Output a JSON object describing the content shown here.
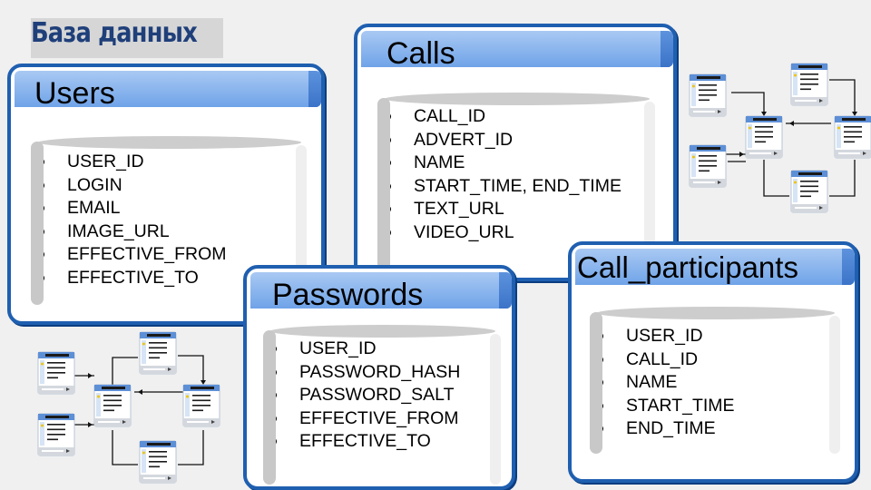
{
  "page_title": "База данных",
  "tables": {
    "users": {
      "title": "Users",
      "fields": [
        "USER_ID",
        "LOGIN",
        "EMAIL",
        "IMAGE_URL",
        "EFFECTIVE_FROM",
        "EFFECTIVE_TO"
      ]
    },
    "calls": {
      "title": "Calls",
      "fields": [
        "CALL_ID",
        "ADVERT_ID",
        "NAME",
        "START_TIME,  END_TIME",
        "TEXT_URL",
        "VIDEO_URL"
      ]
    },
    "passwords": {
      "title": "Passwords",
      "fields": [
        "USER_ID",
        "PASSWORD_HASH",
        "PASSWORD_SALT",
        "EFFECTIVE_FROM",
        "EFFECTIVE_TO"
      ]
    },
    "call_participants": {
      "title": "Call_participants",
      "fields": [
        "USER_ID",
        "CALL_ID",
        "NAME",
        "START_TIME",
        "END_TIME"
      ]
    }
  },
  "icons": {
    "schema_top_right": "database-schema-icon",
    "schema_bottom_left": "database-schema-icon"
  },
  "colors": {
    "card_border": "#1f5fb0",
    "header_fill": "#7fb0ec",
    "title_text": "#1f3f7a",
    "background": "#f0f0f0"
  }
}
